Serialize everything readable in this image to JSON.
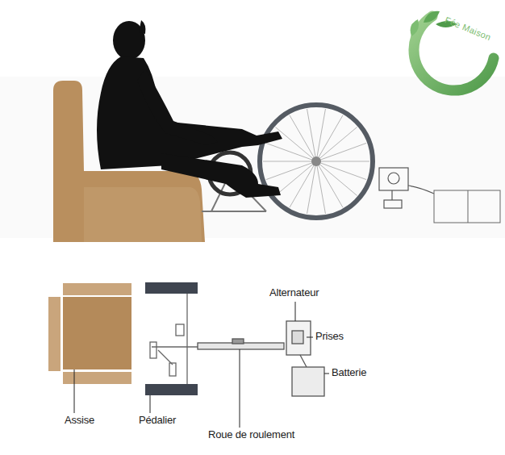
{
  "diagram": {
    "labels": [
      "Fée Maison",
      "Alternateur",
      "Prises",
      "Batterie",
      "Assise",
      "Pédalier",
      "Roue de roulement"
    ]
  }
}
